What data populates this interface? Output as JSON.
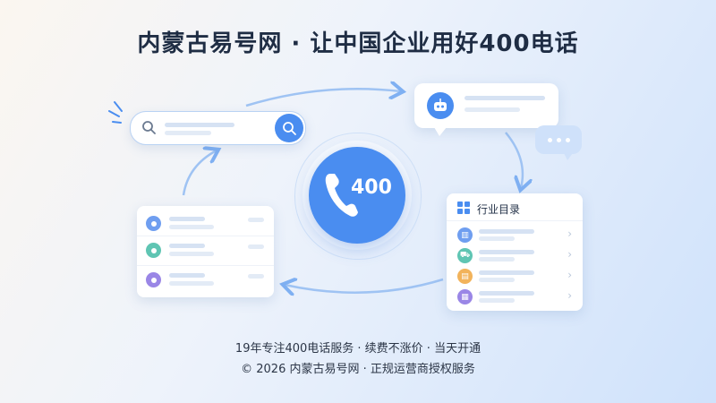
{
  "title": "内蒙古易号网 · 让中国企业用好400电话",
  "center_badge": "400",
  "directory": {
    "heading": "行业目录",
    "items": [
      {
        "icon": "building-icon",
        "color": "#6f9ef0"
      },
      {
        "icon": "cart-icon",
        "color": "#5fc5b3"
      },
      {
        "icon": "factory-icon",
        "color": "#f2b35b"
      },
      {
        "icon": "office-icon",
        "color": "#9a86e6"
      }
    ]
  },
  "contacts": [
    {
      "color": "#6f9ef0"
    },
    {
      "color": "#5fc5b3"
    },
    {
      "color": "#9a86e6"
    }
  ],
  "footer": {
    "line1": "19年专注400电话服务 · 续费不涨价 · 当天开通",
    "line2": "© 2026 内蒙古易号网 · 正规运营商授权服务"
  },
  "colors": {
    "accent": "#4a8df0",
    "text": "#1f2d44"
  }
}
